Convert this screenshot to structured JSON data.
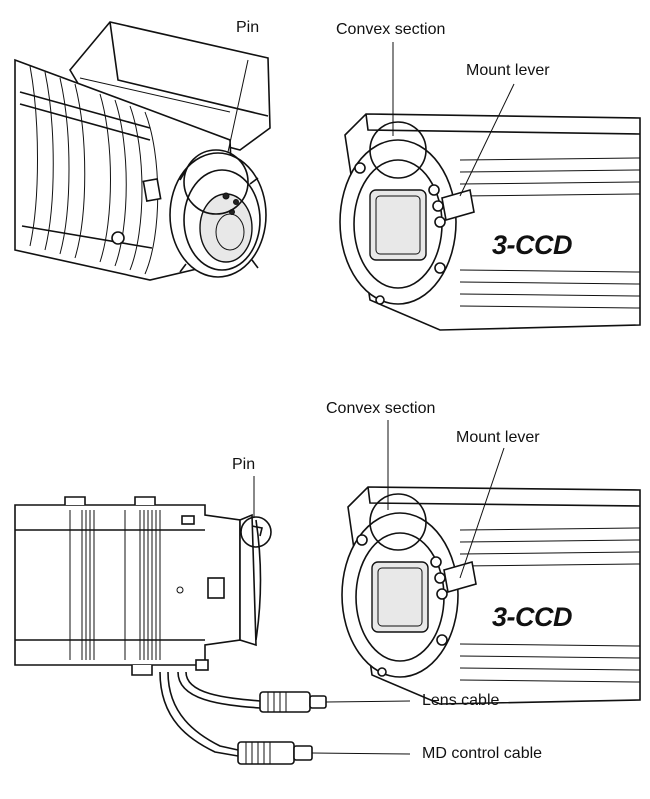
{
  "top_panel": {
    "pin_label": "Pin",
    "convex_label": "Convex section",
    "mount_lever_label": "Mount lever",
    "camera_brand": "3-CCD"
  },
  "bottom_panel": {
    "pin_label": "Pin",
    "convex_label": "Convex section",
    "mount_lever_label": "Mount lever",
    "camera_brand": "3-CCD",
    "lens_cable_label": "Lens cable",
    "md_cable_label": "MD control cable"
  }
}
